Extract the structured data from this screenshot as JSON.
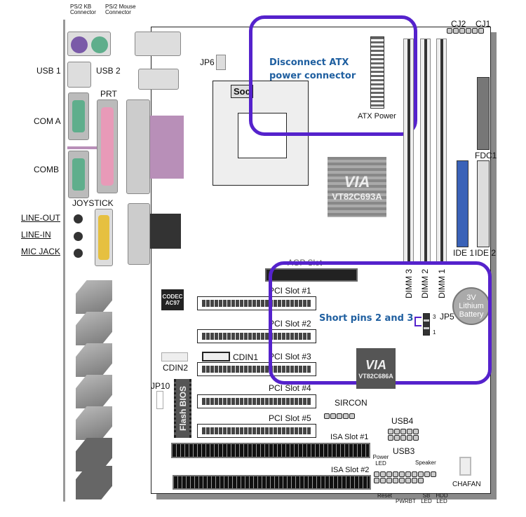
{
  "back_panel": {
    "ps2_kb": "PS/2 KB Connector",
    "ps2_mouse": "PS/2 Mouse Connector",
    "usb1": "USB 1",
    "usb2": "USB 2",
    "prt": "PRT",
    "com_a": "COM A",
    "com_b": "COMB",
    "joystick": "JOYSTICK",
    "line_out": "LINE-OUT",
    "line_in": "LINE-IN",
    "mic_jack": "MIC JACK"
  },
  "board": {
    "jp6": "JP6",
    "socket": "Soc",
    "atx_power": "ATX Power",
    "cj2": "CJ2",
    "cj1": "CJ1",
    "fdc1": "FDC1",
    "ide1": "IDE 1",
    "ide2": "IDE 2",
    "north_bridge": "VT82C693A",
    "south_bridge": "VT82C686A",
    "via_logo": "VIA",
    "agp": "AGP Slot",
    "dimms": [
      "DIMM 3",
      "DIMM 2",
      "DIMM 1"
    ],
    "battery": "3V Lithium Battery",
    "jp5": "JP5",
    "jp5_pin3": "3",
    "jp5_pin1": "1",
    "pci": [
      "PCI Slot #1",
      "PCI Slot #2",
      "PCI Slot #3",
      "PCI Slot #4",
      "PCI Slot #5"
    ],
    "codec": "CODEC AC97",
    "cdin2": "CDIN2",
    "cdin1": "CDIN1",
    "jp10": "JP10",
    "flash_bios": "Flash BIOS",
    "sircon": "SIRCON",
    "isa1": "ISA Slot #1",
    "isa2": "ISA Slot #2",
    "usb4": "USB4",
    "usb3": "USB3",
    "power_led": "Power LED",
    "speaker": "Speaker",
    "reset": "Reset",
    "pwrbt": "PWRBT",
    "sb_led": "SB LED",
    "hdd_led": "HDD LED",
    "chafan": "CHAFAN"
  },
  "callouts": {
    "atx": "Disconnect ATX power connector",
    "jp5": "Short pins 2 and 3",
    "color": "#5522cc",
    "text_color": "#1f5fa0"
  }
}
